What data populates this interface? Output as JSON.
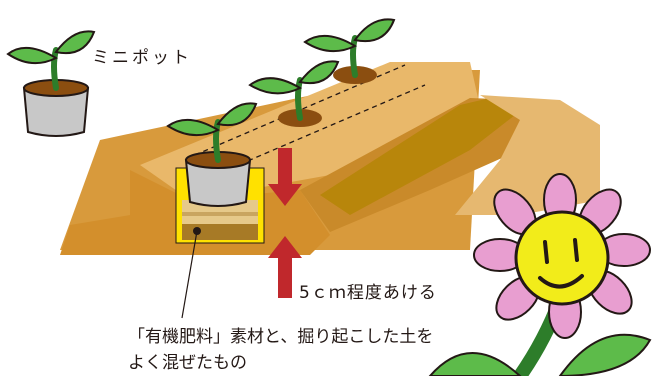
{
  "labels": {
    "mini_pot": "ミニポット",
    "depth": "5ｃｍ程度あける",
    "mix_line1": "「有機肥料」素材と、掘り起こした土を",
    "mix_line2": "よく混ぜたもの"
  },
  "colors": {
    "soil_light": "#e9b86a",
    "soil_mid": "#d89a3c",
    "soil_dark": "#c98a2a",
    "furrow": "#b8860b",
    "hole_yellow": "#ffe100",
    "mix_layer": "#e6c98a",
    "pot_gray": "#c8c8c8",
    "root_soil": "#8b4e10",
    "leaf_green": "#5dbb4a",
    "arrow_red": "#c0282c",
    "flower_petal": "#e89ed0",
    "flower_face": "#f2ec1a",
    "outline": "#231815"
  }
}
